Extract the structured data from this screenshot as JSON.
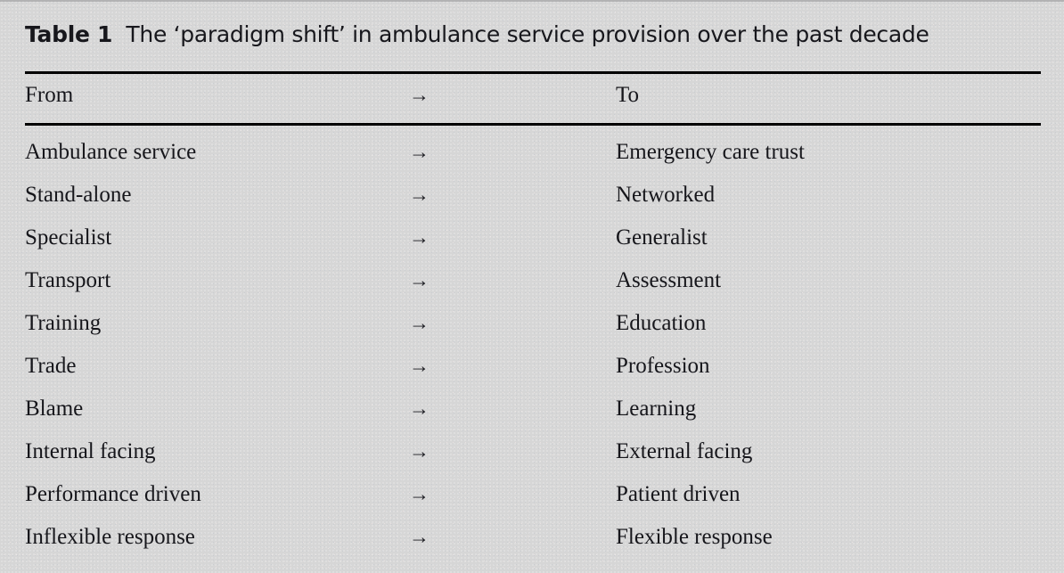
{
  "figure": {
    "caption_label": "Table 1",
    "caption_text": "The ‘paradigm shift’ in ambulance service provision over the past decade",
    "background_color": "#d6d6d6",
    "rule_color": "#000000",
    "text_color": "#16161b"
  },
  "table": {
    "columns": [
      "From",
      "",
      "To"
    ],
    "header": {
      "from": "From",
      "arrow": "→",
      "to": "To"
    },
    "arrow_glyph": "→",
    "rows": [
      {
        "from": "Ambulance service",
        "arrow": "→",
        "to": "Emergency care trust"
      },
      {
        "from": "Stand-alone",
        "arrow": "→",
        "to": "Networked"
      },
      {
        "from": "Specialist",
        "arrow": "→",
        "to": "Generalist"
      },
      {
        "from": "Transport",
        "arrow": "→",
        "to": "Assessment"
      },
      {
        "from": "Training",
        "arrow": "→",
        "to": "Education"
      },
      {
        "from": "Trade",
        "arrow": "→",
        "to": "Profession"
      },
      {
        "from": "Blame",
        "arrow": "→",
        "to": "Learning"
      },
      {
        "from": "Internal facing",
        "arrow": "→",
        "to": "External facing"
      },
      {
        "from": "Performance driven",
        "arrow": "→",
        "to": "Patient driven"
      },
      {
        "from": "Inflexible response",
        "arrow": "→",
        "to": "Flexible response"
      }
    ]
  }
}
